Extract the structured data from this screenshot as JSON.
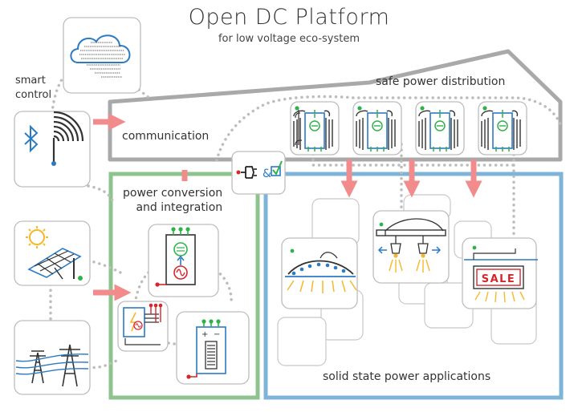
{
  "title": "Open DC Platform",
  "subtitle": "for low voltage eco-system",
  "labels": {
    "smart_control": "smart\ncontrol",
    "safe_power_distribution": "safe power distribution",
    "communication": "communication",
    "power_conversion": "power conversion\nand integration",
    "solid_state": "solid state power applications"
  },
  "connector_symbol": "&",
  "sign_text": "SALE",
  "colors": {
    "gray_frame": "#a7a7a7",
    "green_frame": "#8dc48d",
    "blue_frame": "#7fb4d9",
    "arrow": "#f28b8b",
    "node_green": "#2fb24a",
    "node_red": "#d6262c",
    "node_blue": "#2a7ac4",
    "sun": "#f5b82a"
  },
  "icons": [
    "cloud-data-icon",
    "bluetooth-icon",
    "antenna-icon",
    "solar-panel-icon",
    "power-pylon-icon",
    "converter-icon",
    "battery-icon",
    "inverter-icon",
    "plug-switch-icon",
    "distribution-module-icon",
    "ceiling-light-icon",
    "track-spotlight-icon",
    "sale-sign-icon"
  ]
}
